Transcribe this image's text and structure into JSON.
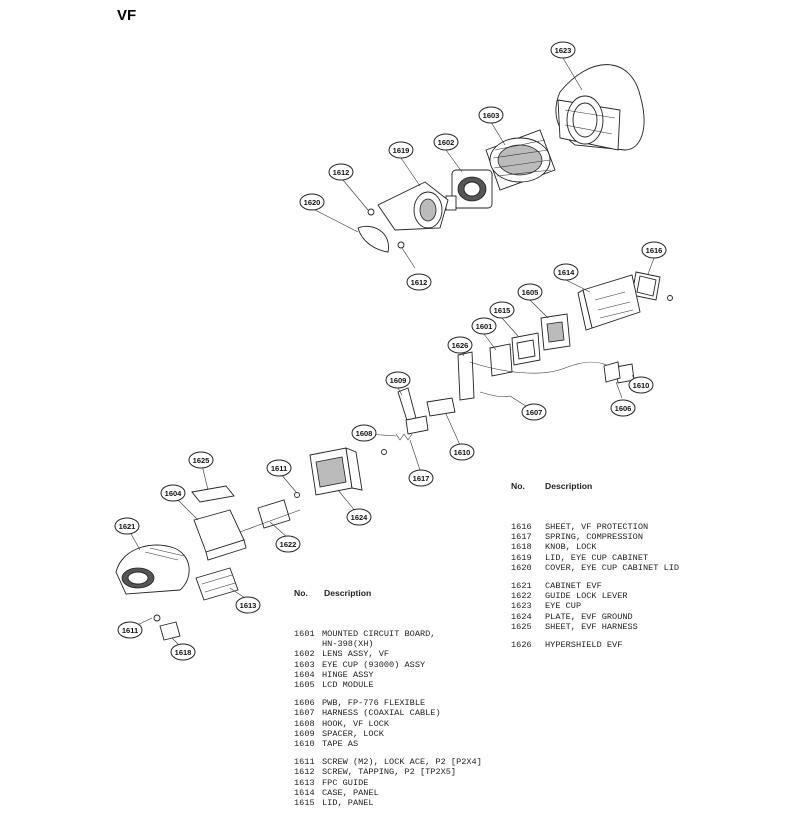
{
  "title": "VF",
  "callouts": [
    "1623",
    "1603",
    "1602",
    "1619",
    "1612",
    "1620",
    "1612",
    "1616",
    "1614",
    "1605",
    "1615",
    "1601",
    "1626",
    "1610",
    "1606",
    "1607",
    "1609",
    "1608",
    "1610",
    "1617",
    "1611",
    "1625",
    "1624",
    "1604",
    "1622",
    "1621",
    "1613",
    "1611",
    "1618"
  ],
  "legend_header": {
    "no": "No.",
    "description": "Description"
  },
  "legend_left": [
    {
      "no": "1601",
      "desc": "MOUNTED CIRCUIT BOARD,"
    },
    {
      "no": "",
      "desc": "HN-398(XH)"
    },
    {
      "no": "1602",
      "desc": "LENS ASSY, VF"
    },
    {
      "no": "1603",
      "desc": "EYE CUP (93000) ASSY"
    },
    {
      "no": "1604",
      "desc": "HINGE ASSY"
    },
    {
      "no": "1605",
      "desc": "LCD MODULE"
    },
    {
      "gap": true
    },
    {
      "no": "1606",
      "desc": "PWB, FP-776 FLEXIBLE"
    },
    {
      "no": "1607",
      "desc": "HARNESS (COAXIAL CABLE)"
    },
    {
      "no": "1608",
      "desc": "HOOK, VF LOCK"
    },
    {
      "no": "1609",
      "desc": "SPACER, LOCK"
    },
    {
      "no": "1610",
      "desc": "TAPE AS"
    },
    {
      "gap": true
    },
    {
      "no": "1611",
      "desc": "SCREW (M2), LOCK ACE, P2 [P2X4]"
    },
    {
      "no": "1612",
      "desc": "SCREW, TAPPING, P2 [TP2X5]"
    },
    {
      "no": "1613",
      "desc": "FPC GUIDE"
    },
    {
      "no": "1614",
      "desc": "CASE, PANEL"
    },
    {
      "no": "1615",
      "desc": "LID, PANEL"
    }
  ],
  "legend_right": [
    {
      "no": "1616",
      "desc": "SHEET, VF PROTECTION"
    },
    {
      "no": "1617",
      "desc": "SPRING, COMPRESSION"
    },
    {
      "no": "1618",
      "desc": "KNOB, LOCK"
    },
    {
      "no": "1619",
      "desc": "LID, EYE CUP CABINET"
    },
    {
      "no": "1620",
      "desc": "COVER, EYE CUP CABINET LID"
    },
    {
      "gap": true
    },
    {
      "no": "1621",
      "desc": "CABINET EVF"
    },
    {
      "no": "1622",
      "desc": "GUIDE LOCK LEVER"
    },
    {
      "no": "1623",
      "desc": "EYE CUP"
    },
    {
      "no": "1624",
      "desc": "PLATE, EVF GROUND"
    },
    {
      "no": "1625",
      "desc": "SHEET, EVF HARNESS"
    },
    {
      "gap": true
    },
    {
      "no": "1626",
      "desc": "HYPERSHIELD EVF"
    }
  ]
}
